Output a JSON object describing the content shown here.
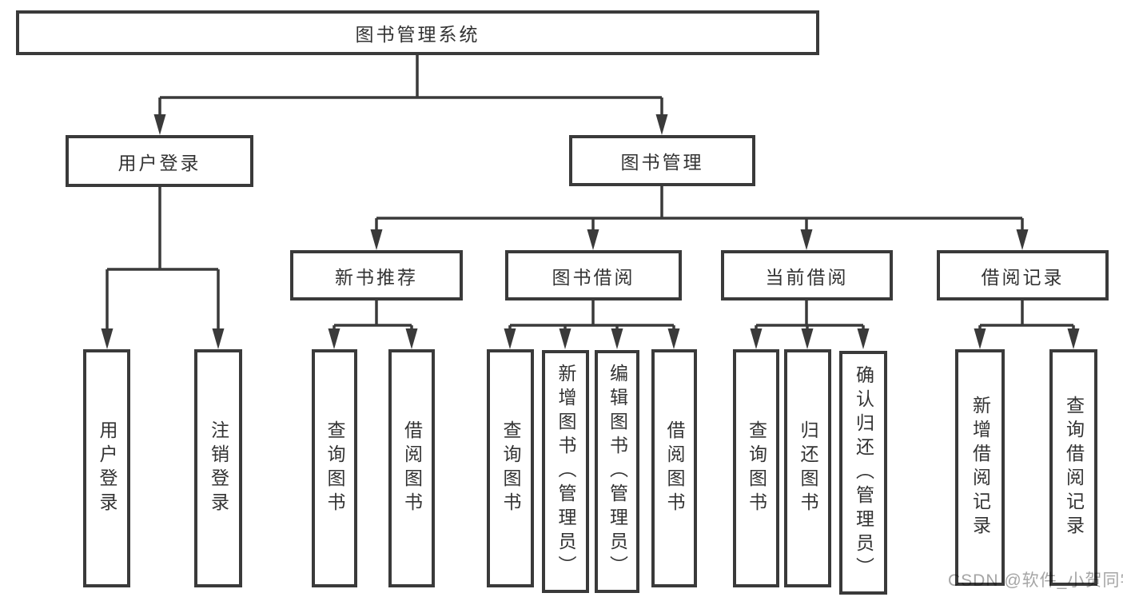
{
  "title": "图书管理系统",
  "tree": {
    "root": {
      "label": "图书管理系统"
    },
    "branches": [
      {
        "label": "用户登录",
        "children": [
          {
            "label": "用户登录"
          },
          {
            "label": "注销登录"
          }
        ]
      },
      {
        "label": "图书管理",
        "children": [
          {
            "label": "新书推荐",
            "children": [
              {
                "label": "查询图书"
              },
              {
                "label": "借阅图书"
              }
            ]
          },
          {
            "label": "图书借阅",
            "children": [
              {
                "label": "查询图书"
              },
              {
                "label": "新增图书（管理员）"
              },
              {
                "label": "编辑图书（管理员）"
              },
              {
                "label": "借阅图书"
              }
            ]
          },
          {
            "label": "当前借阅",
            "children": [
              {
                "label": "查询图书"
              },
              {
                "label": "归还图书"
              },
              {
                "label": "确认归还（管理员）"
              }
            ]
          },
          {
            "label": "借阅记录",
            "children": [
              {
                "label": "新增借阅记录"
              },
              {
                "label": "查询借阅记录"
              }
            ]
          }
        ]
      }
    ]
  },
  "watermark": {
    "text": "CSDN @软件_小贺同学"
  },
  "colors": {
    "line": "#3a3a3a",
    "box_border": "#3a3a3a",
    "text": "#333333",
    "watermark": "#a5a5a5",
    "background": "#ffffff"
  }
}
